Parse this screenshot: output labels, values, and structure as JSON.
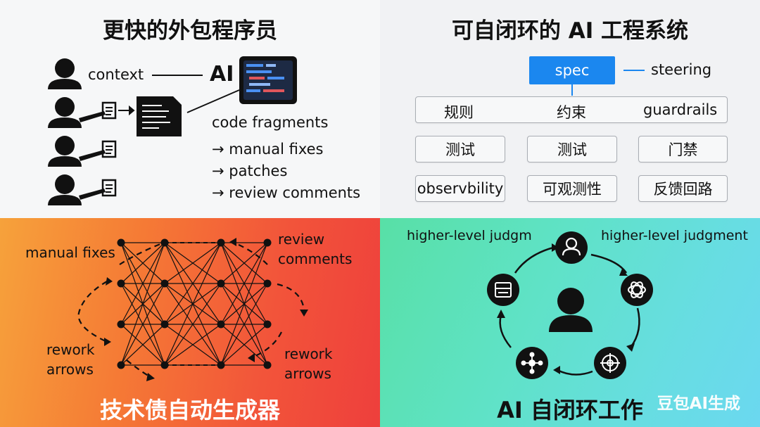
{
  "q1": {
    "title": "更快的外包程序员",
    "context_label": "context",
    "ai_label": "AI",
    "code_fragments": "code fragments",
    "items": [
      "→ manual fixes",
      "→ patches",
      "→ review comments"
    ]
  },
  "q2": {
    "title": "可自闭环的 AI 工程系统",
    "spec": "spec",
    "steering": "steering",
    "row1": [
      "规则",
      "约束",
      "guardrails"
    ],
    "row2": [
      "测试",
      "测试",
      "门禁"
    ],
    "row3": [
      "observbility",
      "可观测性",
      "反馈回路"
    ]
  },
  "q3": {
    "title": "技术债自动生成器",
    "labels": {
      "manual_fixes": "manual fixes",
      "review": "review",
      "comments": "comments",
      "rework_left_1": "rework",
      "rework_left_2": "arrows",
      "rework_right_1": "rework",
      "rework_right_2": "arrows"
    }
  },
  "q4": {
    "title": "AI 自闭环工作",
    "left_label": "higher-level judgm",
    "right_label": "higher-level judgment",
    "watermark": "豆包AI生成"
  },
  "colors": {
    "spec_blue": "#1b87ef",
    "orange": "#f57a35",
    "red": "#ee3f3c",
    "teal": "#5fe2c6"
  }
}
